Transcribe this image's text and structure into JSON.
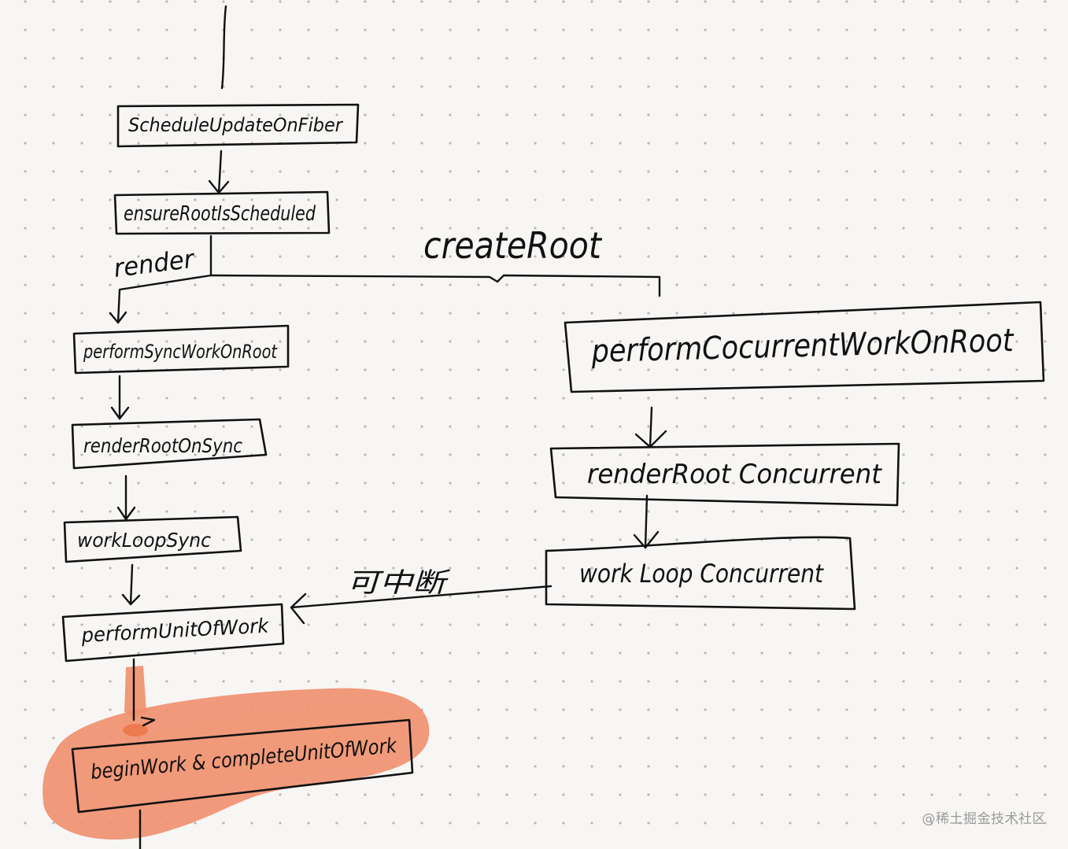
{
  "colors": {
    "ink": "#111111",
    "highlight": "#ef8f6e",
    "highlight_dark": "#ee7a4f",
    "paper": "#f7f6f4",
    "dot_grid": "#b9b9b9",
    "watermark": "#9a9a9a"
  },
  "nodes": {
    "schedule_update": "ScheduleUpdateOnFiber",
    "ensure_root": "ensureRootIsScheduled",
    "perform_sync": "performSyncWorkOnRoot",
    "render_root_sync": "renderRootOnSync",
    "work_loop_sync": "workLoopSync",
    "perform_unit": "performUnitOfWork",
    "begin_complete": "beginWork & completeUnitOfWork",
    "perform_concurrent": "performCocurrentWorkOnRoot",
    "render_root_concurrent": "renderRoot Concurrent",
    "work_loop_concurrent": "work Loop Concurrent"
  },
  "edge_labels": {
    "render": "render",
    "create_root": "createRoot",
    "interruptible": "可中断"
  },
  "watermark": "@稀土掘金技术社区"
}
